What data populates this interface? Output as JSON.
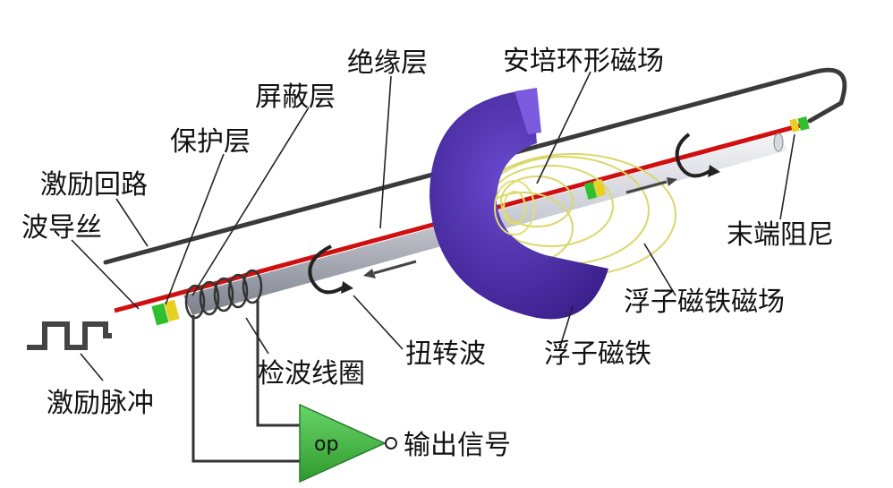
{
  "labels": {
    "insulation_layer": "绝缘层",
    "ampere_ring_field": "安培环形磁场",
    "shield_layer": "屏蔽层",
    "protective_layer": "保护层",
    "excitation_loop": "激励回路",
    "waveguide_wire": "波导丝",
    "end_damper": "末端阻尼",
    "float_magnet_field": "浮子磁铁磁场",
    "torsion_wave": "扭转波",
    "float_magnet": "浮子磁铁",
    "detection_coil": "检波线圈",
    "excitation_pulse": "激励脉冲",
    "output_signal": "输出信号",
    "amplifier": "op"
  },
  "colors": {
    "magnet": "#5a3ab8",
    "amplifier": "#3fb83f",
    "wire": "#d01010",
    "tube": "#c8ccd4",
    "ring_green": "#2fbf2f",
    "ring_yellow": "#e8d020",
    "field_line": "#d8d86a"
  }
}
